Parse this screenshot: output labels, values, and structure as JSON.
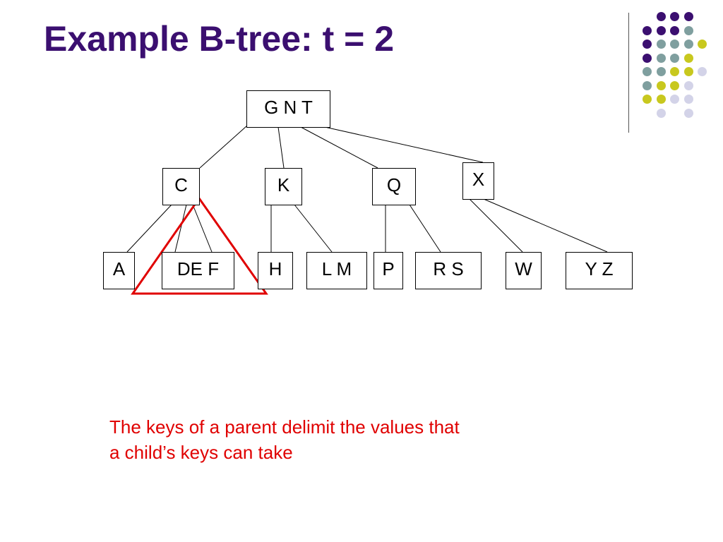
{
  "slide": {
    "title": "Example B-tree: t = 2"
  },
  "tree": {
    "root": {
      "keys": "G N T"
    },
    "internal": [
      {
        "id": "c",
        "keys": "C"
      },
      {
        "id": "k",
        "keys": "K"
      },
      {
        "id": "q",
        "keys": "Q"
      },
      {
        "id": "x",
        "keys": "X"
      }
    ],
    "leaves": [
      {
        "id": "a",
        "keys": "A"
      },
      {
        "id": "def",
        "keys": "DE F"
      },
      {
        "id": "h",
        "keys": "H"
      },
      {
        "id": "lm",
        "keys": "L M"
      },
      {
        "id": "p",
        "keys": "P"
      },
      {
        "id": "rs",
        "keys": "R S"
      },
      {
        "id": "w",
        "keys": "W"
      },
      {
        "id": "yz",
        "keys": "Y Z"
      }
    ]
  },
  "caption": {
    "line1": "The keys of a parent delimit the values that",
    "line2": "a child’s keys can take"
  },
  "colors": {
    "title": "#3b0f70",
    "highlight": "#e00000",
    "caption": "#e00000",
    "dot_purple": "#3b0f70",
    "dot_teal": "#7f9f9f",
    "dot_yellow": "#c8c81e",
    "dot_lavender": "#d3d3e8"
  }
}
